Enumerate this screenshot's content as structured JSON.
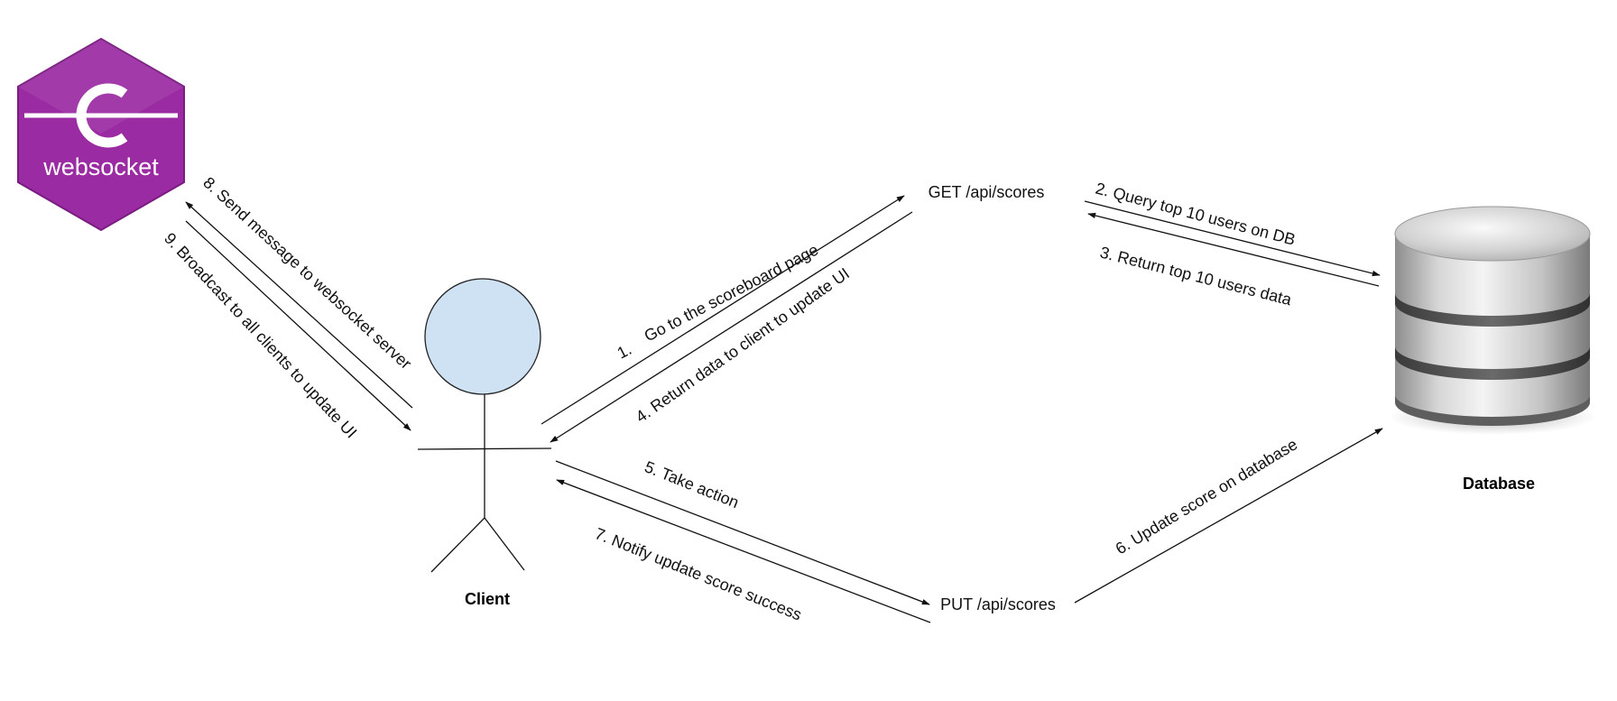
{
  "diagram": {
    "nodes": {
      "websocket": {
        "logo_text": "websocket",
        "icon": "websocket-logo-icon",
        "color": "#9b2ba2"
      },
      "client": {
        "label": "Client",
        "icon": "stick-figure-icon",
        "head_color": "#cfe2f3"
      },
      "get_endpoint": {
        "label": "GET /api/scores"
      },
      "put_endpoint": {
        "label": "PUT /api/scores"
      },
      "database": {
        "label": "Database",
        "icon": "database-cylinder-icon"
      }
    },
    "edges": [
      {
        "id": "e1",
        "from": "client",
        "to": "get_endpoint",
        "step": "1.",
        "label": "Go to the scoreboard page"
      },
      {
        "id": "e2",
        "from": "get_endpoint",
        "to": "database",
        "label": "2. Query top 10 users on DB"
      },
      {
        "id": "e3",
        "from": "database",
        "to": "get_endpoint",
        "label": "3. Return top 10 users data"
      },
      {
        "id": "e4",
        "from": "get_endpoint",
        "to": "client",
        "label": "4. Return data to client to update UI"
      },
      {
        "id": "e5",
        "from": "client",
        "to": "put_endpoint",
        "label": "5. Take action"
      },
      {
        "id": "e6",
        "from": "put_endpoint",
        "to": "database",
        "label": "6. Update score on database"
      },
      {
        "id": "e7",
        "from": "put_endpoint",
        "to": "client",
        "label": "7. Notify update score success"
      },
      {
        "id": "e8",
        "from": "client",
        "to": "websocket",
        "label": "8. Send message to websocket server"
      },
      {
        "id": "e9",
        "from": "websocket",
        "to": "client",
        "label": "9. Broadcast to all clients to update UI"
      }
    ]
  }
}
